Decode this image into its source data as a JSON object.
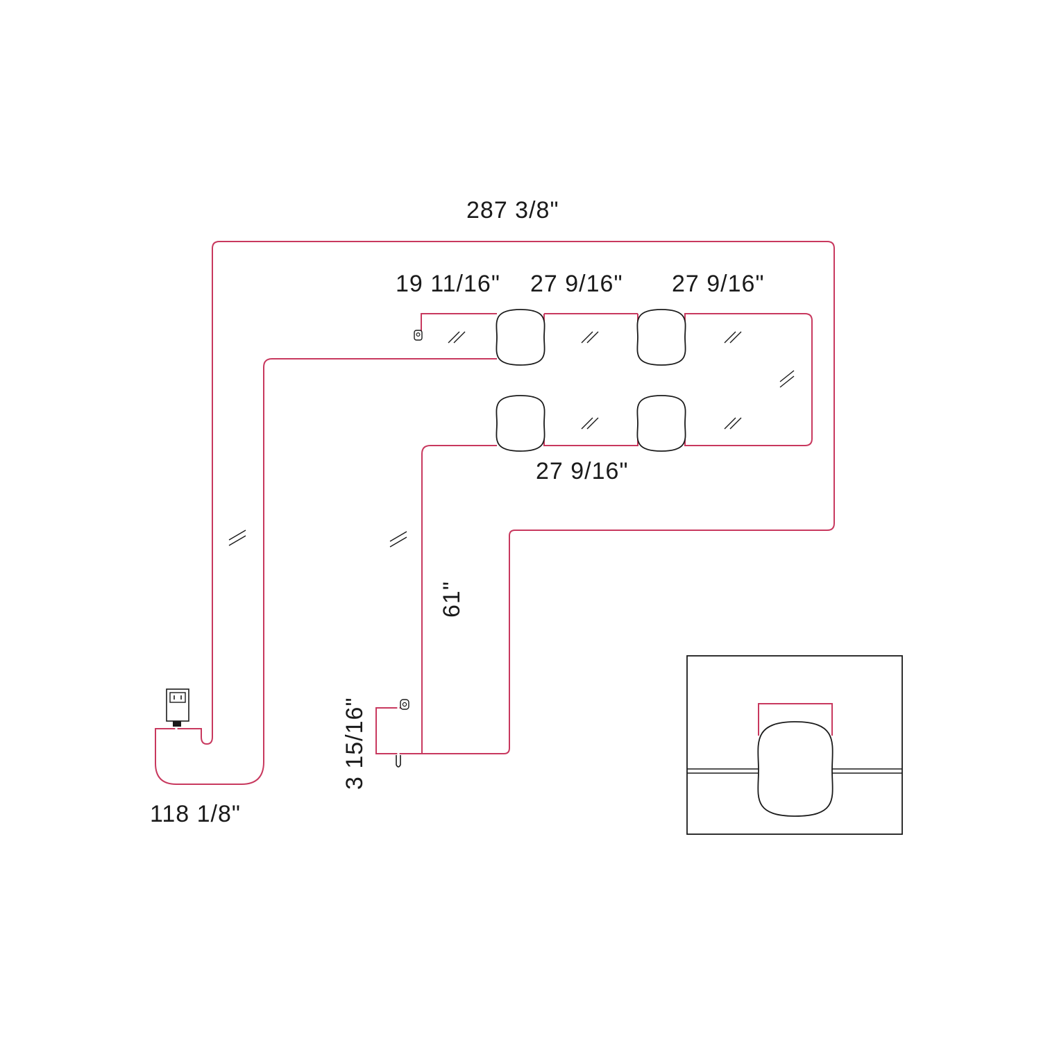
{
  "dimensions": {
    "overall_length": "287 3/8\"",
    "first_segment": "19 11/16\"",
    "top_spacing_1": "27 9/16\"",
    "top_spacing_2": "27 9/16\"",
    "bottom_spacing": "27 9/16\"",
    "drop_length": "61\"",
    "end_tail": "3 15/16\"",
    "power_lead": "118 1/8\""
  },
  "colors": {
    "dimension_line": "#c8385e",
    "cord": "#1a1a1a"
  },
  "icons": [
    "plug-adapter-icon",
    "connector-clip-icon",
    "pendant-shade-icon"
  ]
}
